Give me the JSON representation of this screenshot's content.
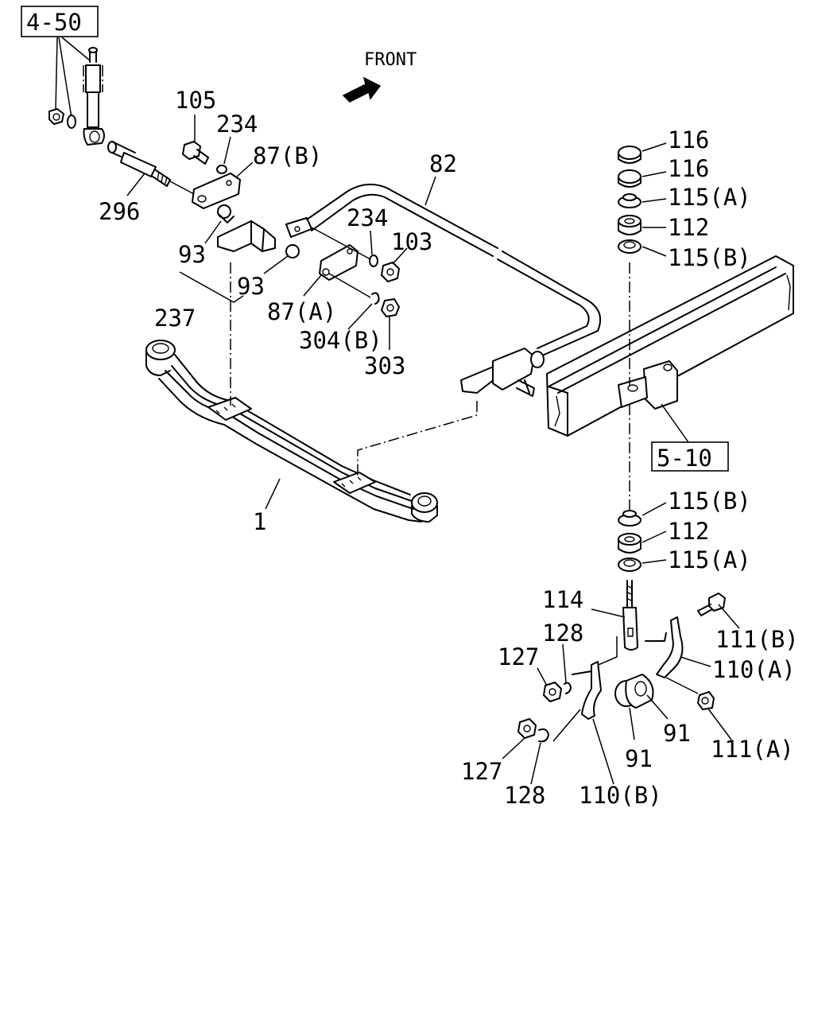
{
  "direction_label": "FRONT",
  "references": [
    {
      "id": "ref-4-50",
      "text": "4-50"
    },
    {
      "id": "ref-5-10",
      "text": "5-10"
    }
  ],
  "labels": [
    {
      "id": "lbl-105",
      "text": "105"
    },
    {
      "id": "lbl-234-top",
      "text": "234"
    },
    {
      "id": "lbl-87b",
      "text": "87(B)"
    },
    {
      "id": "lbl-296",
      "text": "296"
    },
    {
      "id": "lbl-82",
      "text": "82"
    },
    {
      "id": "lbl-234-mid",
      "text": "234"
    },
    {
      "id": "lbl-103",
      "text": "103"
    },
    {
      "id": "lbl-93-a",
      "text": "93"
    },
    {
      "id": "lbl-93-b",
      "text": "93"
    },
    {
      "id": "lbl-87a",
      "text": "87(A)"
    },
    {
      "id": "lbl-237",
      "text": "237"
    },
    {
      "id": "lbl-304b",
      "text": "304(B)"
    },
    {
      "id": "lbl-303",
      "text": "303"
    },
    {
      "id": "lbl-1",
      "text": "1"
    },
    {
      "id": "lbl-116-a",
      "text": "116"
    },
    {
      "id": "lbl-116-b",
      "text": "116"
    },
    {
      "id": "lbl-115a-top",
      "text": "115(A)"
    },
    {
      "id": "lbl-112-top",
      "text": "112"
    },
    {
      "id": "lbl-115b-top",
      "text": "115(B)"
    },
    {
      "id": "lbl-115b-low",
      "text": "115(B)"
    },
    {
      "id": "lbl-112-low",
      "text": "112"
    },
    {
      "id": "lbl-115a-low",
      "text": "115(A)"
    },
    {
      "id": "lbl-114",
      "text": "114"
    },
    {
      "id": "lbl-128-top",
      "text": "128"
    },
    {
      "id": "lbl-111b",
      "text": "111(B)"
    },
    {
      "id": "lbl-127-top",
      "text": "127"
    },
    {
      "id": "lbl-110a",
      "text": "110(A)"
    },
    {
      "id": "lbl-91-a",
      "text": "91"
    },
    {
      "id": "lbl-111a",
      "text": "111(A)"
    },
    {
      "id": "lbl-91-b",
      "text": "91"
    },
    {
      "id": "lbl-127-low",
      "text": "127"
    },
    {
      "id": "lbl-128-low",
      "text": "128"
    },
    {
      "id": "lbl-110b",
      "text": "110(B)"
    }
  ]
}
